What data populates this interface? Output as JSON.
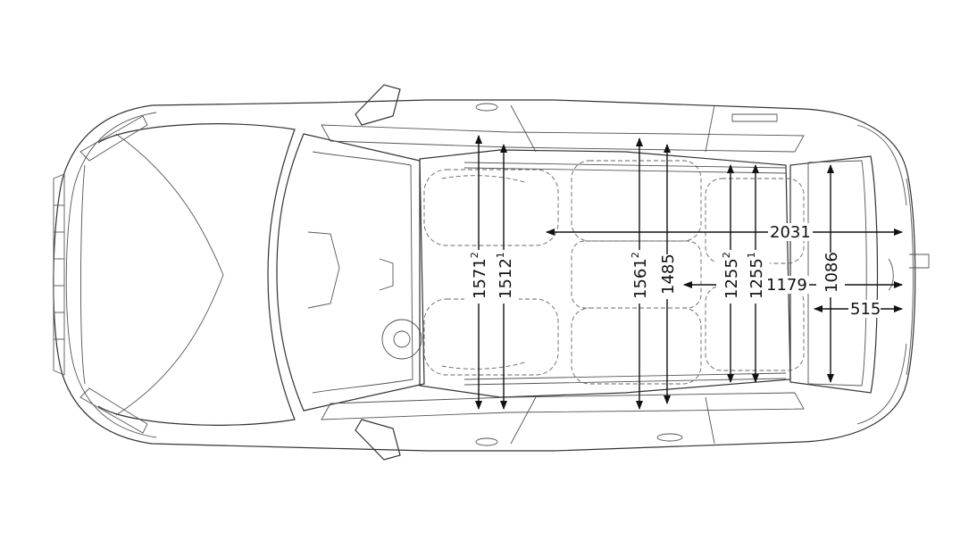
{
  "dimensions": {
    "d1571": {
      "value": "1571",
      "note": "2"
    },
    "d1512": {
      "value": "1512",
      "note": "1"
    },
    "d1561": {
      "value": "1561",
      "note": "2"
    },
    "d1485": {
      "value": "1485",
      "note": ""
    },
    "d1255a": {
      "value": "1255",
      "note": "2"
    },
    "d1255b": {
      "value": "1255",
      "note": "1"
    },
    "d2031": {
      "value": "2031",
      "note": ""
    },
    "d1179": {
      "value": "1179",
      "note": ""
    },
    "d1086": {
      "value": "1086",
      "note": ""
    },
    "d515": {
      "value": "515",
      "note": ""
    }
  },
  "colors": {
    "line": "#333333",
    "dimension": "#111111",
    "background": "#ffffff"
  }
}
